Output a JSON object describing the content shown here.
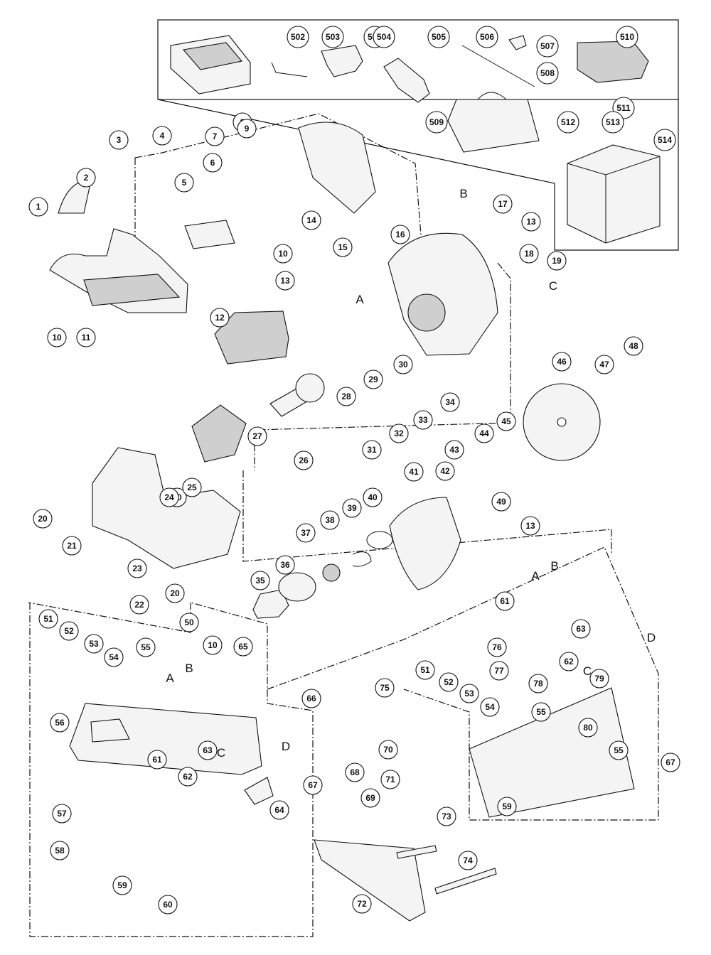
{
  "diagram": {
    "callouts": [
      {
        "label": "1"
      },
      {
        "label": "2"
      },
      {
        "label": "3"
      },
      {
        "label": "4"
      },
      {
        "label": "5"
      },
      {
        "label": "6"
      },
      {
        "label": "7"
      },
      {
        "label": "8"
      },
      {
        "label": "9"
      },
      {
        "label": "10"
      },
      {
        "label": "10"
      },
      {
        "label": "10"
      },
      {
        "label": "10"
      },
      {
        "label": "11"
      },
      {
        "label": "12"
      },
      {
        "label": "13"
      },
      {
        "label": "13"
      },
      {
        "label": "13"
      },
      {
        "label": "14"
      },
      {
        "label": "15"
      },
      {
        "label": "16"
      },
      {
        "label": "17"
      },
      {
        "label": "18"
      },
      {
        "label": "19"
      },
      {
        "label": "20"
      },
      {
        "label": "20"
      },
      {
        "label": "21"
      },
      {
        "label": "22"
      },
      {
        "label": "23"
      },
      {
        "label": "24"
      },
      {
        "label": "25"
      },
      {
        "label": "26"
      },
      {
        "label": "27"
      },
      {
        "label": "28"
      },
      {
        "label": "29"
      },
      {
        "label": "30"
      },
      {
        "label": "31"
      },
      {
        "label": "32"
      },
      {
        "label": "33"
      },
      {
        "label": "34"
      },
      {
        "label": "35"
      },
      {
        "label": "36"
      },
      {
        "label": "37"
      },
      {
        "label": "38"
      },
      {
        "label": "39"
      },
      {
        "label": "40"
      },
      {
        "label": "41"
      },
      {
        "label": "42"
      },
      {
        "label": "43"
      },
      {
        "label": "44"
      },
      {
        "label": "45"
      },
      {
        "label": "46"
      },
      {
        "label": "47"
      },
      {
        "label": "48"
      },
      {
        "label": "49"
      },
      {
        "label": "50"
      },
      {
        "label": "51"
      },
      {
        "label": "52"
      },
      {
        "label": "53"
      },
      {
        "label": "54"
      },
      {
        "label": "55"
      },
      {
        "label": "56"
      },
      {
        "label": "57"
      },
      {
        "label": "58"
      },
      {
        "label": "59"
      },
      {
        "label": "60"
      },
      {
        "label": "61"
      },
      {
        "label": "62"
      },
      {
        "label": "63"
      },
      {
        "label": "64"
      },
      {
        "label": "65"
      },
      {
        "label": "66"
      },
      {
        "label": "51"
      },
      {
        "label": "52"
      },
      {
        "label": "53"
      },
      {
        "label": "54"
      },
      {
        "label": "55"
      },
      {
        "label": "55"
      },
      {
        "label": "59"
      },
      {
        "label": "61"
      },
      {
        "label": "62"
      },
      {
        "label": "63"
      },
      {
        "label": "67"
      },
      {
        "label": "67"
      },
      {
        "label": "68"
      },
      {
        "label": "69"
      },
      {
        "label": "70"
      },
      {
        "label": "71"
      },
      {
        "label": "72"
      },
      {
        "label": "73"
      },
      {
        "label": "74"
      },
      {
        "label": "75"
      },
      {
        "label": "76"
      },
      {
        "label": "77"
      },
      {
        "label": "78"
      },
      {
        "label": "79"
      },
      {
        "label": "80"
      },
      {
        "label": "501"
      },
      {
        "label": "502"
      },
      {
        "label": "503"
      },
      {
        "label": "504"
      },
      {
        "label": "505"
      },
      {
        "label": "506"
      },
      {
        "label": "507"
      },
      {
        "label": "508"
      },
      {
        "label": "509"
      },
      {
        "label": "510"
      },
      {
        "label": "511"
      },
      {
        "label": "512"
      },
      {
        "label": "513"
      },
      {
        "label": "514"
      }
    ],
    "reference_letters": [
      {
        "label": "A"
      },
      {
        "label": "B"
      },
      {
        "label": "C"
      },
      {
        "label": "A"
      },
      {
        "label": "B"
      },
      {
        "label": "C"
      },
      {
        "label": "D"
      },
      {
        "label": "A"
      },
      {
        "label": "B"
      },
      {
        "label": "C"
      },
      {
        "label": "D"
      }
    ]
  }
}
